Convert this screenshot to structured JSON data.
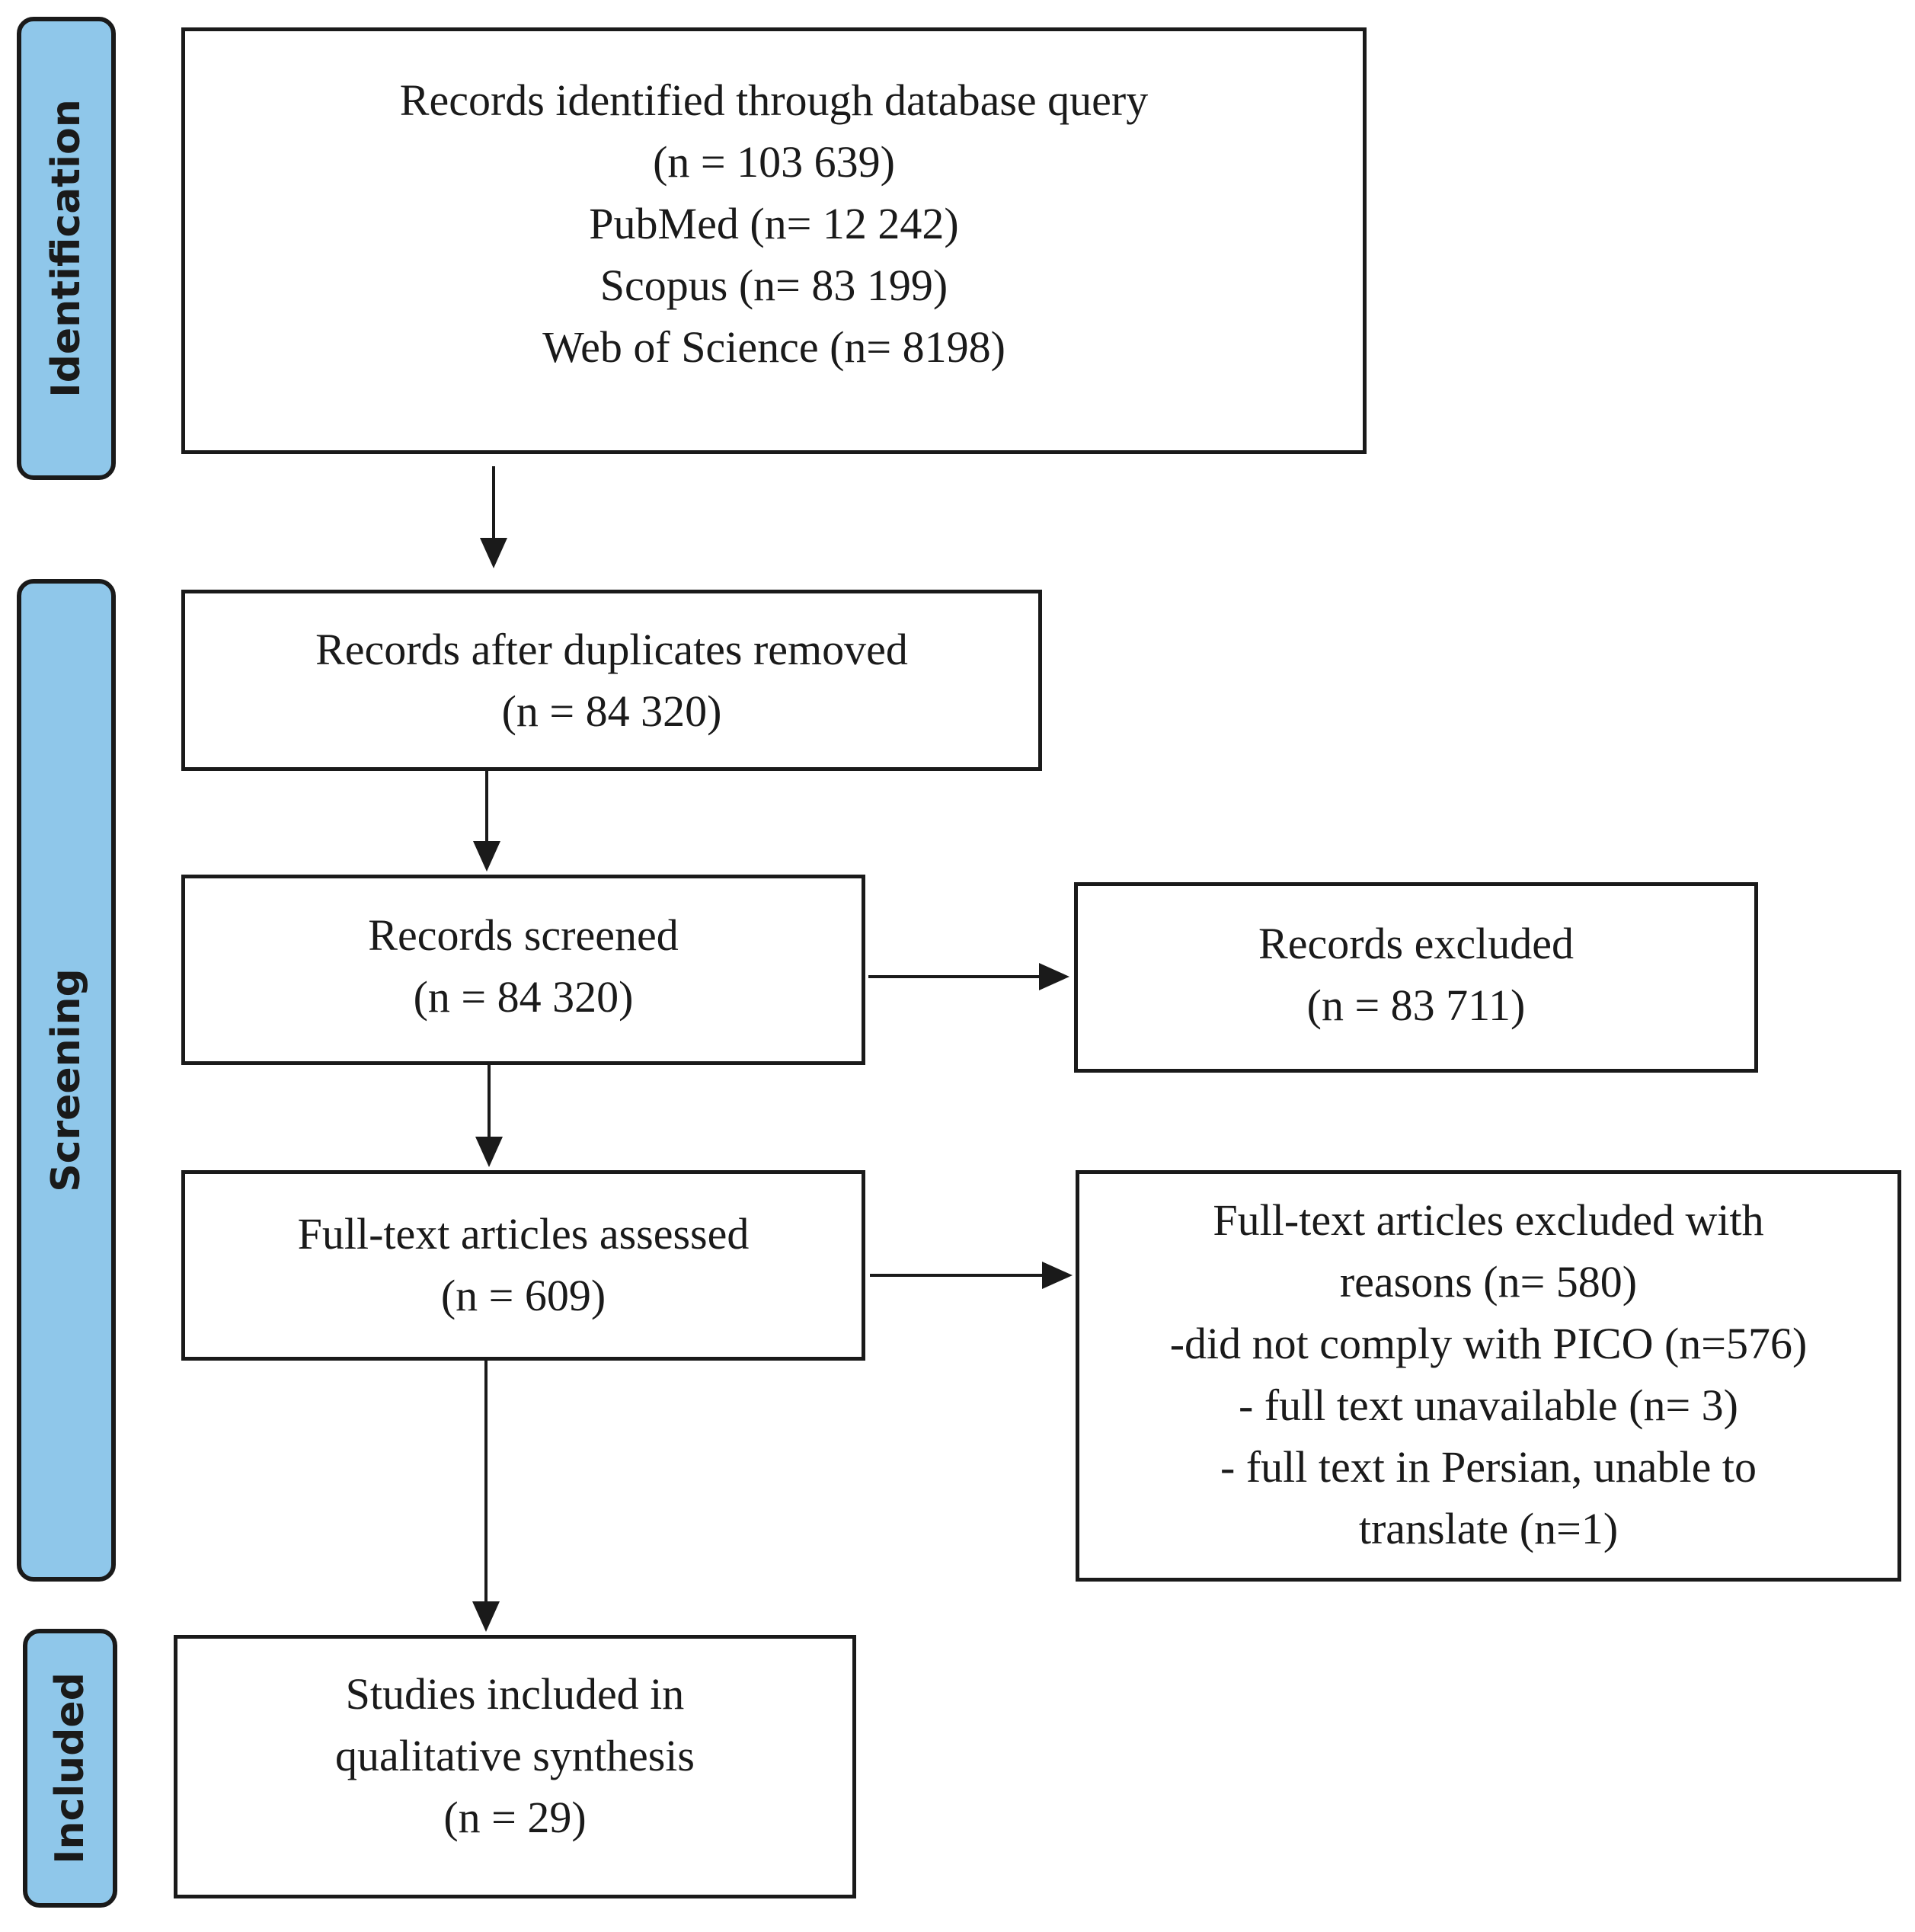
{
  "phases": {
    "identification": "Identification",
    "screening": "Screening",
    "included": "Included"
  },
  "boxes": {
    "identified": {
      "lines": [
        "Records identified through database query",
        "(n = 103 639)",
        "PubMed (n= 12 242)",
        "Scopus (n= 83 199)",
        "Web of Science (n= 8198)"
      ]
    },
    "after_duplicates": {
      "lines": [
        "Records after duplicates removed",
        "(n = 84 320)"
      ]
    },
    "screened": {
      "lines": [
        "Records screened",
        "(n = 84 320)"
      ]
    },
    "excluded": {
      "lines": [
        "Records excluded",
        "(n = 83 711)"
      ]
    },
    "full_text_assessed": {
      "lines": [
        "Full-text articles assessed",
        "(n = 609)"
      ]
    },
    "full_text_excluded": {
      "lines": [
        "Full-text articles excluded with",
        "reasons (n= 580)",
        "-did not comply with PICO (n=576)",
        "- full text unavailable (n= 3)",
        "- full text in Persian, unable to",
        "translate (n=1)"
      ]
    },
    "included": {
      "lines": [
        "Studies included in",
        "qualitative synthesis",
        "(n = 29)"
      ]
    }
  },
  "colors": {
    "phase_fill": "#8fc7ea",
    "stroke": "#1a1a1a"
  }
}
